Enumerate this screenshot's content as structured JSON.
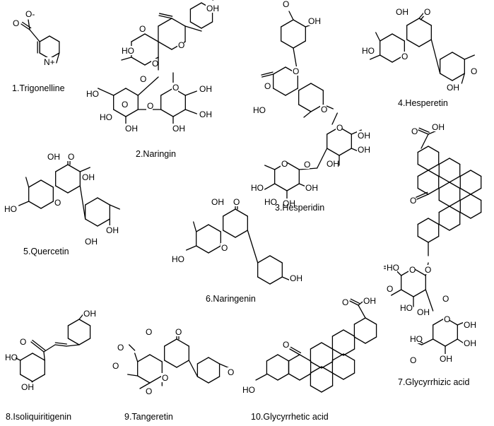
{
  "figure": {
    "compounds": [
      {
        "id": "trigonelline",
        "caption": "1.Trigonelline"
      },
      {
        "id": "naringin",
        "caption": "2.Naringin"
      },
      {
        "id": "hesperidin",
        "caption": "3.Hesperidin"
      },
      {
        "id": "hesperetin",
        "caption": "4.Hesperetin"
      },
      {
        "id": "quercetin",
        "caption": "5.Quercetin"
      },
      {
        "id": "naringenin",
        "caption": "6.Naringenin"
      },
      {
        "id": "glycyrrhizic-acid",
        "caption": "7.Glycyrrhizic acid"
      },
      {
        "id": "isoliquiritigenin",
        "caption": "8.Isoliquiritigenin"
      },
      {
        "id": "tangeretin",
        "caption": "9.Tangeretin"
      },
      {
        "id": "glycyrrhetic-acid",
        "caption": "10.Glycyrrhetic acid"
      }
    ],
    "atom_labels": {
      "oh": "OH",
      "ho": "HO",
      "o": "O",
      "o_minus": "O-",
      "n_plus": "N+"
    }
  }
}
